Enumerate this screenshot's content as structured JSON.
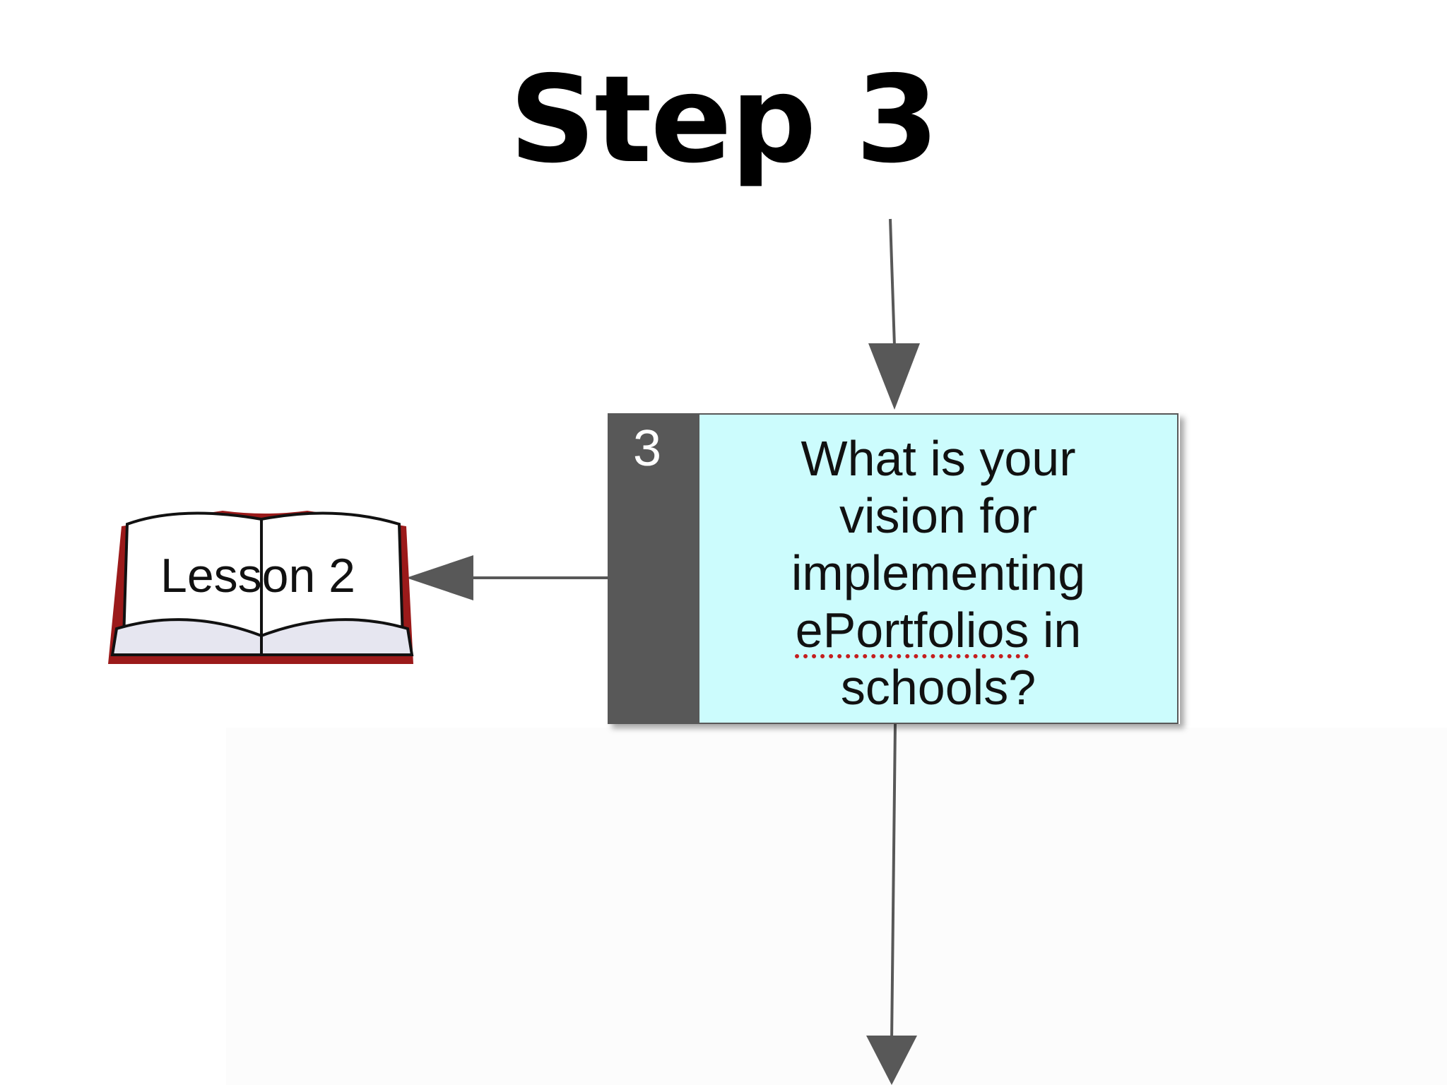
{
  "slide": {
    "title": "Step 3"
  },
  "step_box": {
    "number": "3",
    "question_lines": [
      "What is your",
      "vision for",
      "implementing",
      "ePortfolios",
      "in",
      "schools?"
    ]
  },
  "lesson_book": {
    "label": "Lesson 2",
    "icon": "open-book-icon"
  },
  "colors": {
    "number_bar": "#585858",
    "box_fill": "#ccfcfd",
    "connector": "#585858",
    "book_cover": "#9b1a1a",
    "spellcheck_underline": "#c41e1e"
  }
}
